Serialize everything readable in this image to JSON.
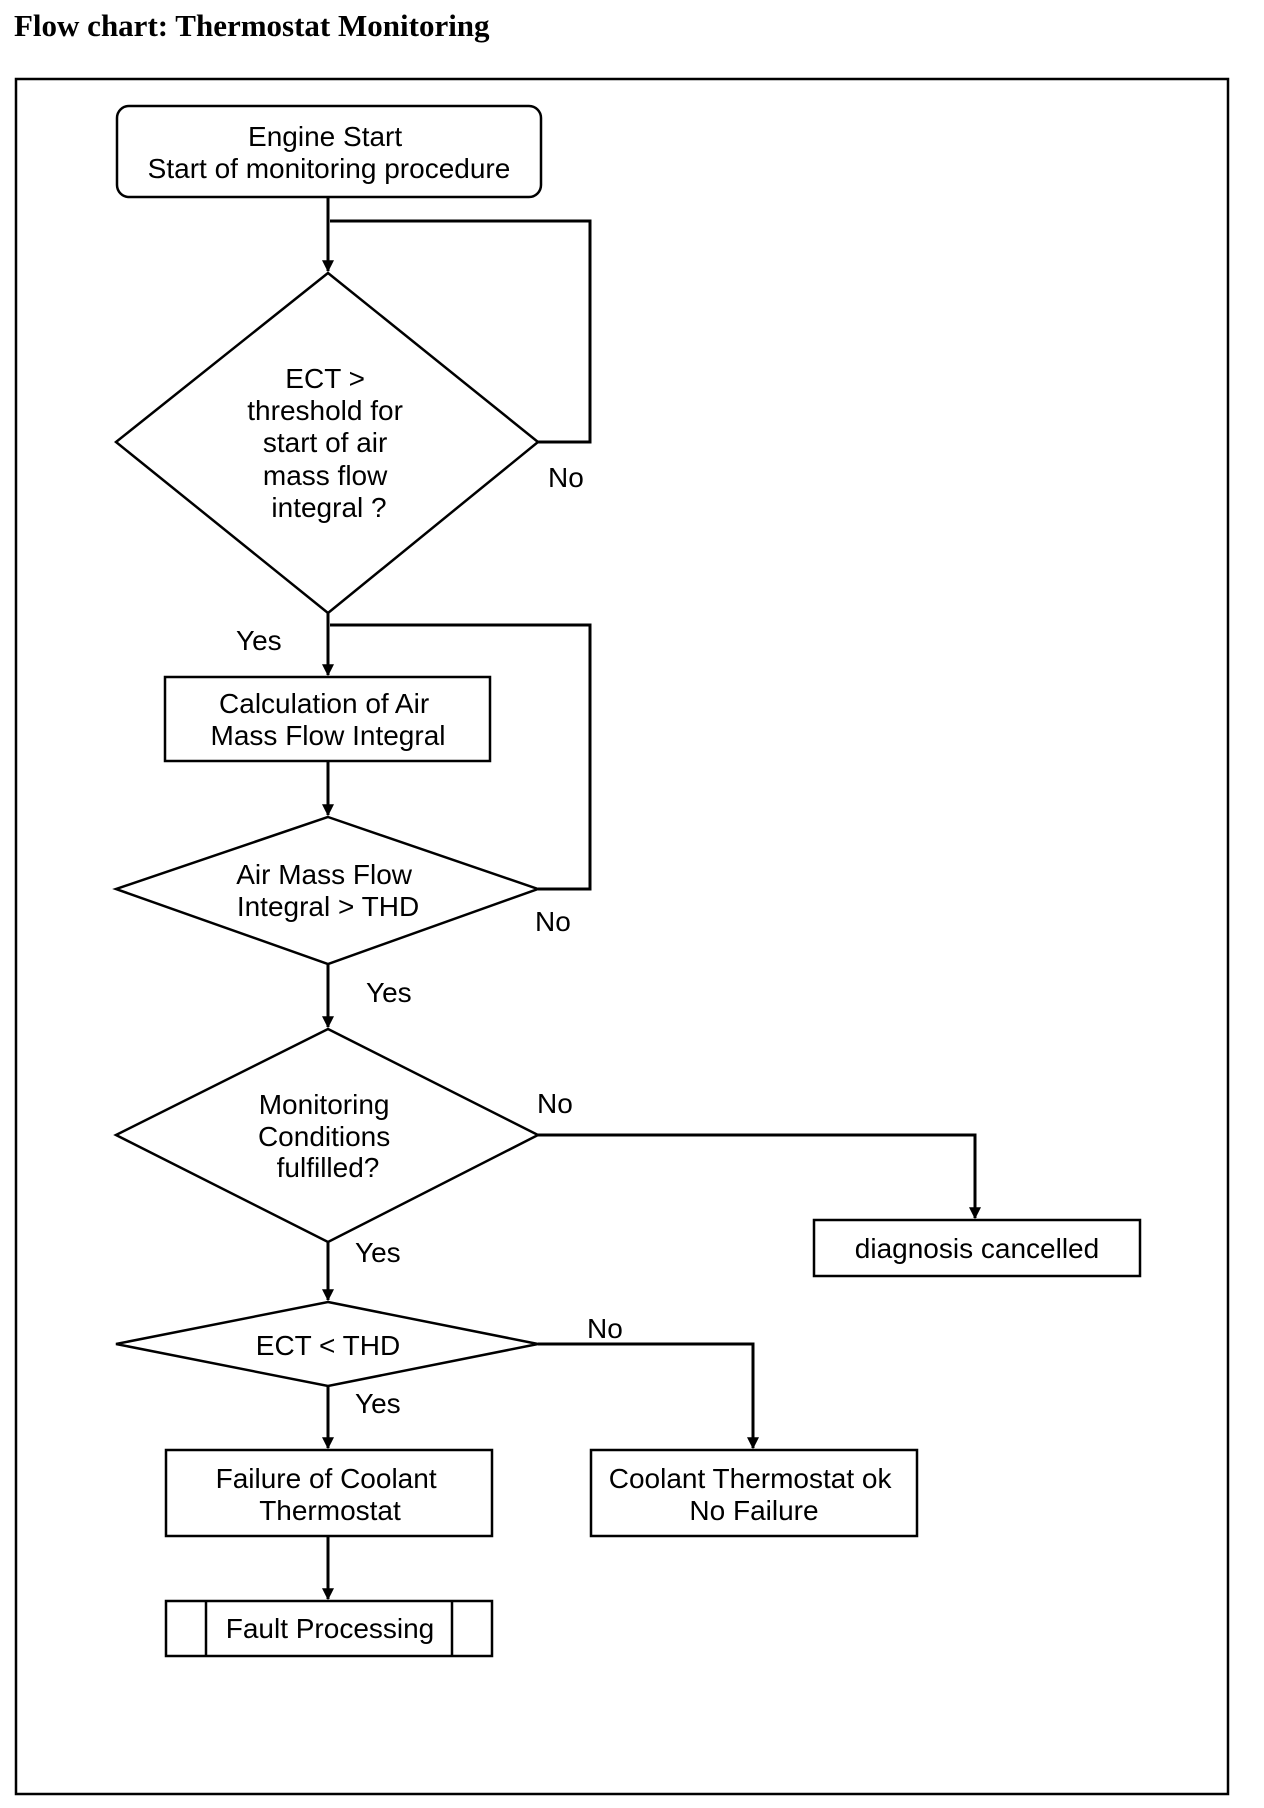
{
  "title": "Flow chart: Thermostat Monitoring",
  "colors": {
    "line": "#000000",
    "background": "#ffffff"
  },
  "nodes": {
    "start": [
      "Engine Start",
      "Start of monitoring procedure"
    ],
    "ect_threshold_decision": [
      "ECT >",
      "threshold for",
      "start of air",
      "mass flow",
      "integral ?"
    ],
    "calc_integral": [
      "Calculation of Air",
      "Mass Flow Integral"
    ],
    "integral_decision": [
      "Air Mass Flow",
      "Integral > THD"
    ],
    "monitoring_decision": [
      "Monitoring",
      "Conditions",
      "fulfilled?"
    ],
    "diagnosis_cancelled": [
      "diagnosis cancelled"
    ],
    "ect_thd_decision": [
      "ECT < THD"
    ],
    "failure": [
      "Failure of Coolant",
      "Thermostat"
    ],
    "thermostat_ok": [
      "Coolant Thermostat ok",
      "No Failure"
    ],
    "fault_processing": [
      "Fault Processing"
    ]
  },
  "edge_labels": {
    "ect_threshold_no": "No",
    "ect_threshold_yes": "Yes",
    "integral_no": "No",
    "integral_yes": "Yes",
    "monitoring_no": "No",
    "monitoring_yes": "Yes",
    "ect_thd_no": "No",
    "ect_thd_yes": "Yes"
  }
}
